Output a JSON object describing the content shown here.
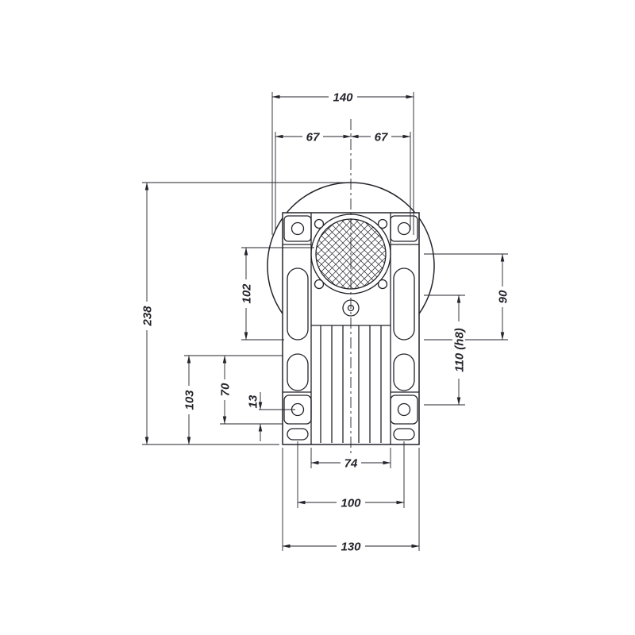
{
  "drawing": {
    "type": "technical-dimension-drawing",
    "subject": "gearbox-rear-view",
    "background": "#ffffff",
    "line_color": "#23232b",
    "dimensions": {
      "top_width": "140",
      "top_half_left": "67",
      "top_half_right": "67",
      "overall_height": "238",
      "upper_height": "102",
      "lower_height": "103",
      "foot_height": "70",
      "foot_offset": "13",
      "right_height": "90",
      "spigot_diameter": "110 (h8)",
      "fin_span": "74",
      "bolt_span": "100",
      "base_width": "130"
    }
  }
}
